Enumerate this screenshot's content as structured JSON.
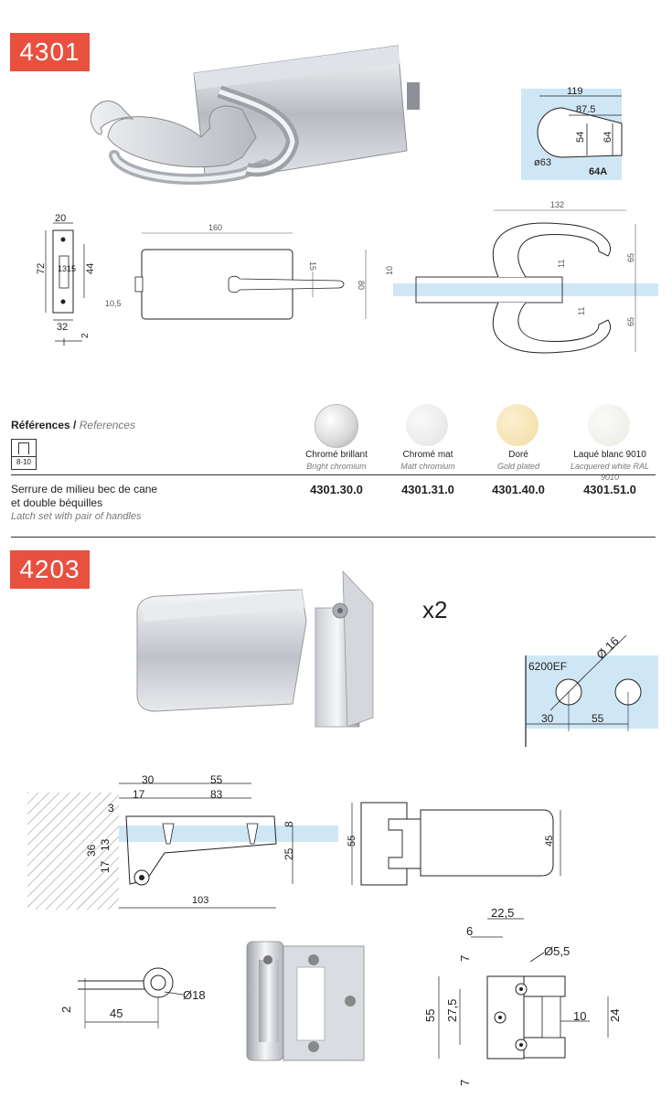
{
  "section1": {
    "badge": "4301",
    "references_title": "Références",
    "references_title_en": "References",
    "icon_label": "8-10",
    "product_fr_line1": "Serrure de milieu bec de cane",
    "product_fr_line2": "et double béquilles",
    "product_en": "Latch set with pair of handles",
    "finishes": [
      {
        "fr": "Chromé brillant",
        "en": "Bright chromium",
        "code": "4301.30.0",
        "color": "#f4f4f4"
      },
      {
        "fr": "Chromé mat",
        "en": "Matt chromium",
        "code": "4301.31.0",
        "color": "#e6e6e6"
      },
      {
        "fr": "Doré",
        "en": "Gold plated",
        "code": "4301.40.0",
        "color": "#f6e6b8"
      },
      {
        "fr": "Laqué blanc 9010",
        "en": "Lacquered white RAL 9010",
        "code": "4301.51.0",
        "color": "#f0f0ea"
      }
    ],
    "cutout": {
      "label": "64A",
      "d119": "119",
      "d87": "87.5",
      "d54": "54",
      "d64": "64",
      "d63": "ø63"
    },
    "strike": {
      "d20": "20",
      "d72": "72",
      "d13": "13",
      "d15": "15",
      "d44": "44",
      "d32": "32",
      "d2": "2"
    },
    "body": {
      "d160": "160",
      "d15": "15",
      "d80": "80",
      "d10_5": "10,5"
    },
    "side": {
      "d132": "132",
      "d10": "10",
      "d11a": "11",
      "d11b": "11",
      "d65a": "65",
      "d65b": "65"
    }
  },
  "section2": {
    "badge": "4203",
    "qty": "x2",
    "cutout": {
      "label": "6200EF",
      "d16": "Ø 16",
      "d30": "30",
      "d55": "55"
    },
    "top": {
      "d30": "30",
      "d55": "55",
      "d17": "17",
      "d83": "83",
      "d3": "3",
      "d8": "8",
      "d36": "36",
      "d13": "13",
      "d17b": "17",
      "d25": "25",
      "d103": "103"
    },
    "front": {
      "d55": "55",
      "d45": "45"
    },
    "pin": {
      "d2": "2",
      "d45": "45",
      "d18": "Ø18"
    },
    "plate": {
      "d22_5": "22,5",
      "d6": "6",
      "d5_5": "Ø5,5",
      "d7a": "7",
      "d55": "55",
      "d27_5": "27,5",
      "d10": "10",
      "d24": "24",
      "d7b": "7"
    }
  },
  "colors": {
    "badge": "#e8503f",
    "glass": "#cfe7f5",
    "chrome": "#c9cdd2"
  }
}
